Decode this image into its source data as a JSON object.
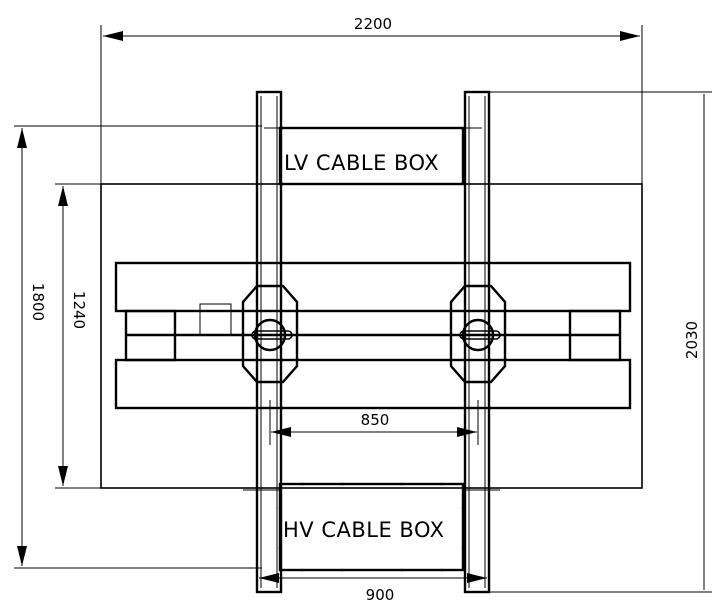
{
  "dimensions": {
    "overall_width": "2200",
    "overall_height": "1800",
    "body_height": "1240",
    "rail_length": "2030",
    "wheel_gauge_inner": "850",
    "rail_spacing": "900"
  },
  "labels": {
    "lv_box": "LV CABLE BOX",
    "hv_box": "HV CABLE BOX"
  }
}
